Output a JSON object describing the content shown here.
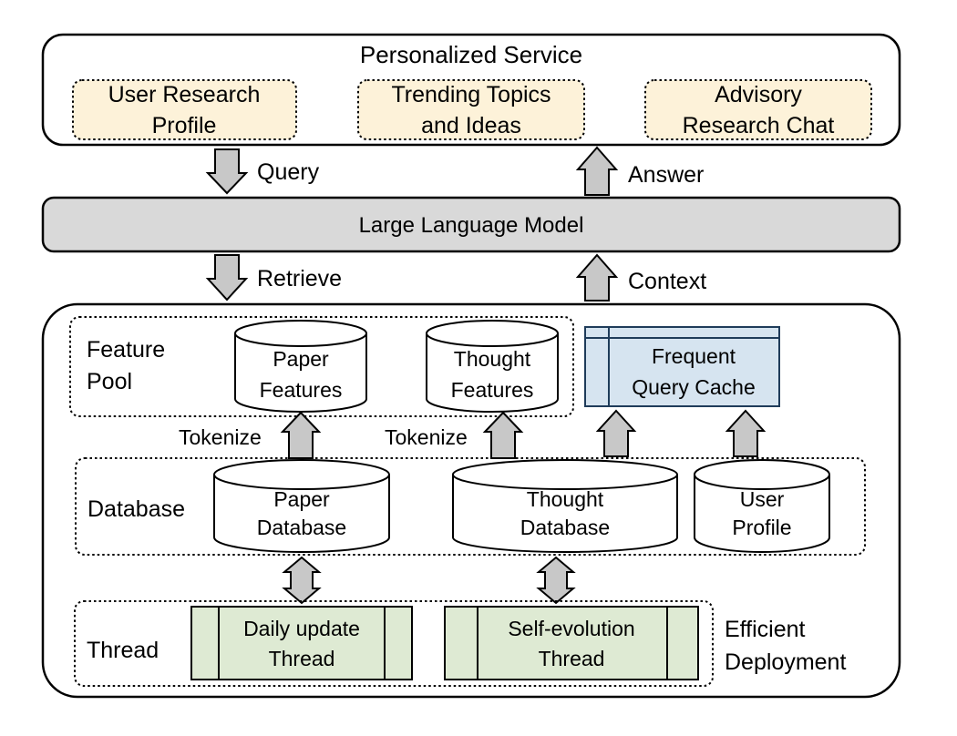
{
  "colors": {
    "llm_fill": "#d9d9d9",
    "arrow_fill": "#c8c8c8",
    "service_item_fill": "#fdf2d9",
    "cache_fill": "#d6e4f0",
    "thread_fill": "#deead3",
    "stroke": "#000000"
  },
  "service": {
    "title": "Personalized Service",
    "items": [
      {
        "line1": "User Research",
        "line2": "Profile"
      },
      {
        "line1": "Trending Topics",
        "line2": "and Ideas"
      },
      {
        "line1": "Advisory",
        "line2": "Research Chat"
      }
    ]
  },
  "arrows": {
    "query": "Query",
    "answer": "Answer",
    "retrieve": "Retrieve",
    "context": "Context",
    "tokenize_left": "Tokenize",
    "tokenize_right": "Tokenize"
  },
  "llm": {
    "label": "Large Language Model"
  },
  "feature_pool": {
    "label_line1": "Feature",
    "label_line2": "Pool",
    "paper_features": {
      "line1": "Paper",
      "line2": "Features"
    },
    "thought_features": {
      "line1": "Thought",
      "line2": "Features"
    },
    "cache": {
      "line1": "Frequent",
      "line2": "Query Cache"
    }
  },
  "database": {
    "label": "Database",
    "paper_db": {
      "line1": "Paper",
      "line2": "Database"
    },
    "thought_db": {
      "line1": "Thought",
      "line2": "Database"
    },
    "user_profile": {
      "line1": "User",
      "line2": "Profile"
    }
  },
  "thread": {
    "label": "Thread",
    "daily": {
      "line1": "Daily update",
      "line2": "Thread"
    },
    "self_evolution": {
      "line1": "Self-evolution",
      "line2": "Thread"
    }
  },
  "deployment": {
    "line1": "Efficient",
    "line2": "Deployment"
  }
}
